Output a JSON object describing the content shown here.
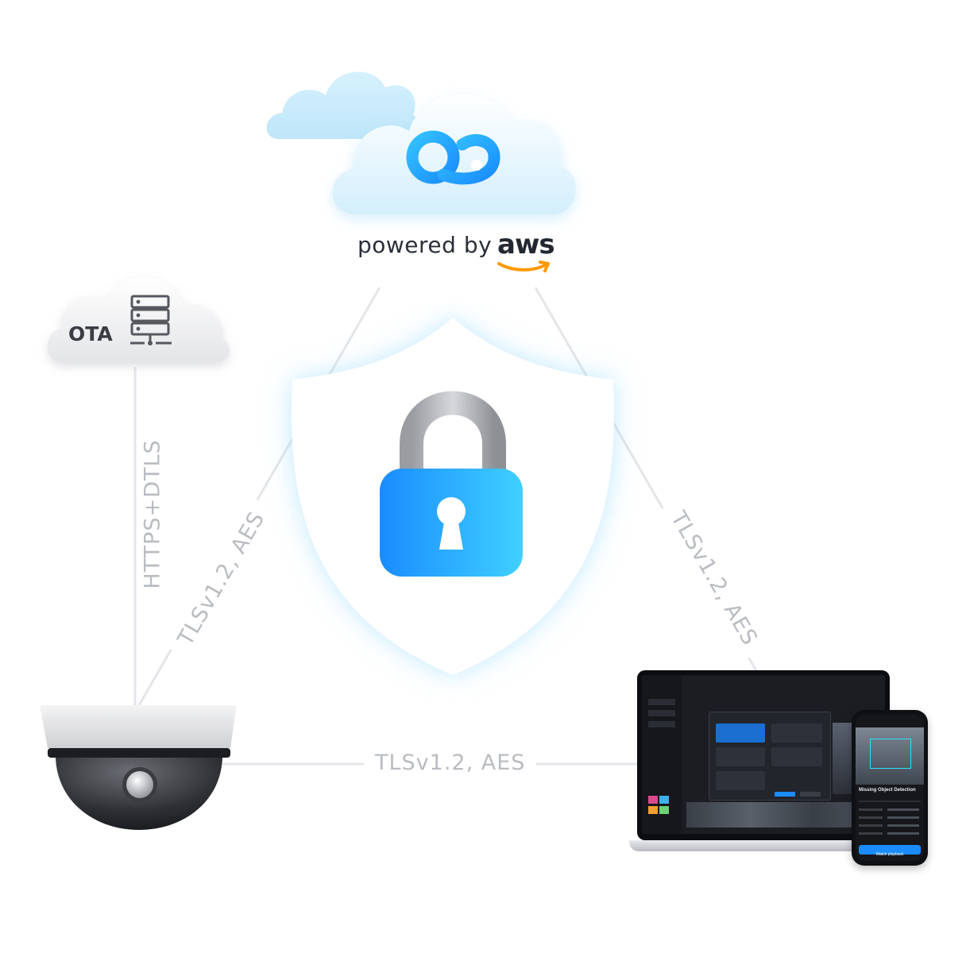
{
  "aws_cloud": {
    "powered_by": "powered by",
    "brand": "aws"
  },
  "ota_cloud": {
    "label": "OTA"
  },
  "links": {
    "ota_to_camera": "HTTPS+DTLS",
    "cloud_to_camera": "TLSv1.2, AES",
    "cloud_to_devices": "TLSv1.2, AES",
    "camera_to_devices": "TLSv1.2, AES"
  },
  "phone_screen": {
    "title": "Missing Object Detection",
    "button": "Watch playback"
  },
  "colors": {
    "line": "#e3e5e8",
    "label": "#b9bcc2",
    "lock_blue_start": "#1a8cff",
    "lock_blue_end": "#3fd0ff",
    "aws_orange": "#ff9900",
    "cloud_light": "#dff3fd"
  }
}
